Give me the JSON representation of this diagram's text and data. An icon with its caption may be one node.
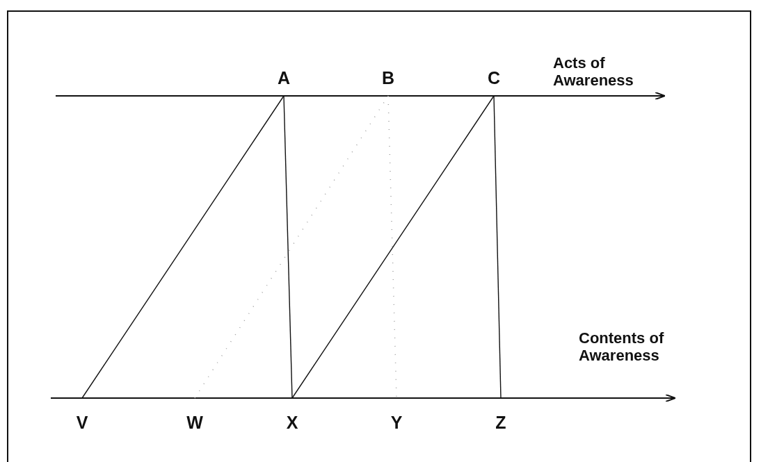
{
  "diagram": {
    "nodes": [
      {
        "text": [
          "A"
        ]
      },
      {
        "text": [
          "B"
        ]
      },
      {
        "text": [
          "C"
        ]
      },
      {
        "text": [
          "V"
        ]
      },
      {
        "text": [
          "W"
        ]
      },
      {
        "text": [
          "X"
        ]
      },
      {
        "text": [
          "Y"
        ]
      },
      {
        "text": [
          "Z"
        ]
      }
    ],
    "edges": [
      {
        "from": 3,
        "to": 0,
        "arrow": "none"
      },
      {
        "from": 0,
        "to": 5,
        "arrow": "none"
      },
      {
        "from": 5,
        "to": 2,
        "arrow": "none"
      },
      {
        "from": 2,
        "to": 7,
        "arrow": "none"
      },
      {
        "from": 4,
        "to": 1,
        "arrow": "none",
        "style": "dashed",
        "color": "#a0a0a0"
      },
      {
        "from": 1,
        "to": 6,
        "arrow": "none",
        "style": "dashed",
        "color": "#a0a0a0"
      }
    ],
    "labels": [
      "Acts of Awareness",
      "Contents of Awareness"
    ]
  }
}
